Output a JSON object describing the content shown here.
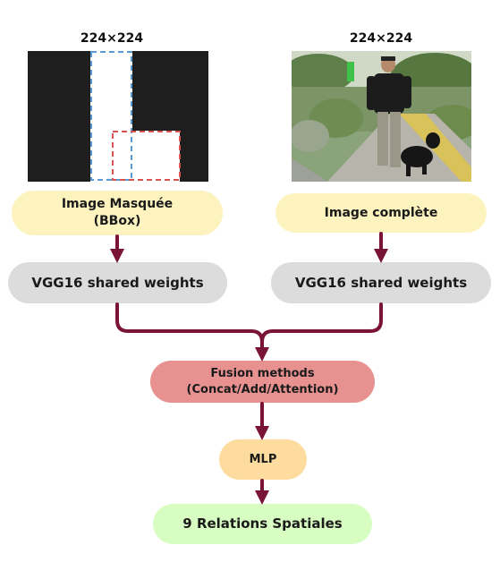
{
  "masked_image": {
    "dimension_label": "224×224"
  },
  "full_image": {
    "dimension_label": "224×224"
  },
  "nodes": {
    "masked_label": "Image Masquée\n(BBox)",
    "full_label": "Image complète",
    "vgg_left": "VGG16 shared weights",
    "vgg_right": "VGG16 shared weights",
    "fusion": "Fusion methods\n(Concat/Add/Attention)",
    "mlp": "MLP",
    "output": "9 Relations Spatiales"
  },
  "colors": {
    "arrow": "#7a1436",
    "yellow": "#fdf3bf",
    "gray": "#dcdcdc",
    "fusion": "#e79190",
    "mlp": "#fedc9f",
    "green": "#d8fdc2",
    "bbox_blue": "#5b9bd5",
    "bbox_red": "#d9534f",
    "mask_bg": "#1e1e1e"
  }
}
